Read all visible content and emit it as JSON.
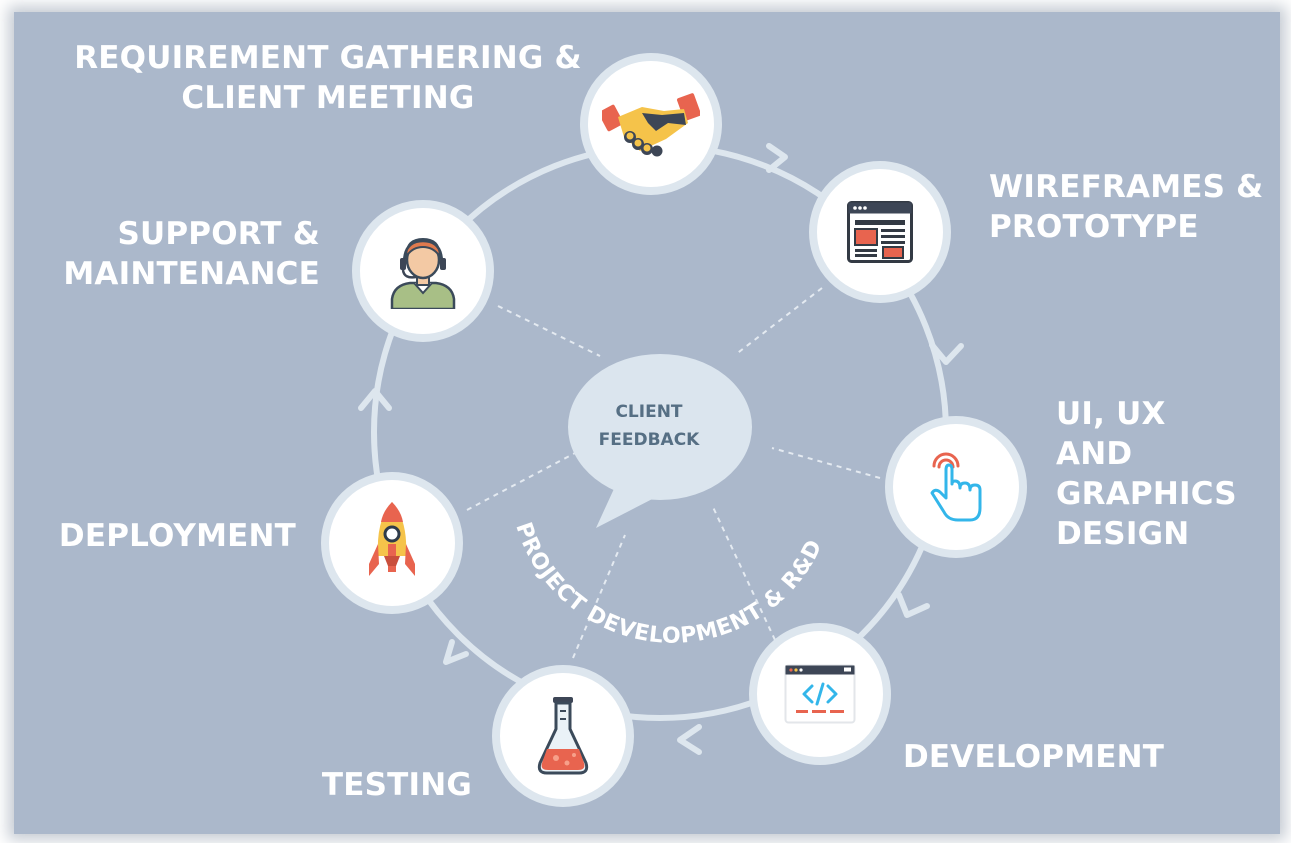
{
  "stages": [
    {
      "id": "requirement",
      "lines": [
        "REQUIREMENT GATHERING &",
        "CLIENT MEETING"
      ],
      "icon": "handshake-icon"
    },
    {
      "id": "wireframes",
      "lines": [
        "WIREFRAMES &",
        "PROTOTYPE"
      ],
      "icon": "browser-layout-icon"
    },
    {
      "id": "ui-ux",
      "lines": [
        "UI, UX",
        "AND",
        "GRAPHICS",
        "DESIGN"
      ],
      "icon": "touch-hand-icon"
    },
    {
      "id": "development",
      "lines": [
        "DEVELOPMENT"
      ],
      "icon": "code-window-icon"
    },
    {
      "id": "testing",
      "lines": [
        "TESTING"
      ],
      "icon": "lab-flask-icon"
    },
    {
      "id": "deployment",
      "lines": [
        "DEPLOYMENT"
      ],
      "icon": "rocket-icon"
    },
    {
      "id": "support",
      "lines": [
        "SUPPORT &",
        "MAINTENANCE"
      ],
      "icon": "support-agent-icon"
    }
  ],
  "center": {
    "lines": [
      "CLIENT",
      "FEEDBACK"
    ]
  },
  "arc_text": "PROJECT DEVELOPMENT & R&D",
  "colors": {
    "background": "#abb8cb",
    "ring": "#dde6ee",
    "label": "#ffffff",
    "bubble": "#dbe5ee",
    "bubble_text": "#566f84"
  }
}
